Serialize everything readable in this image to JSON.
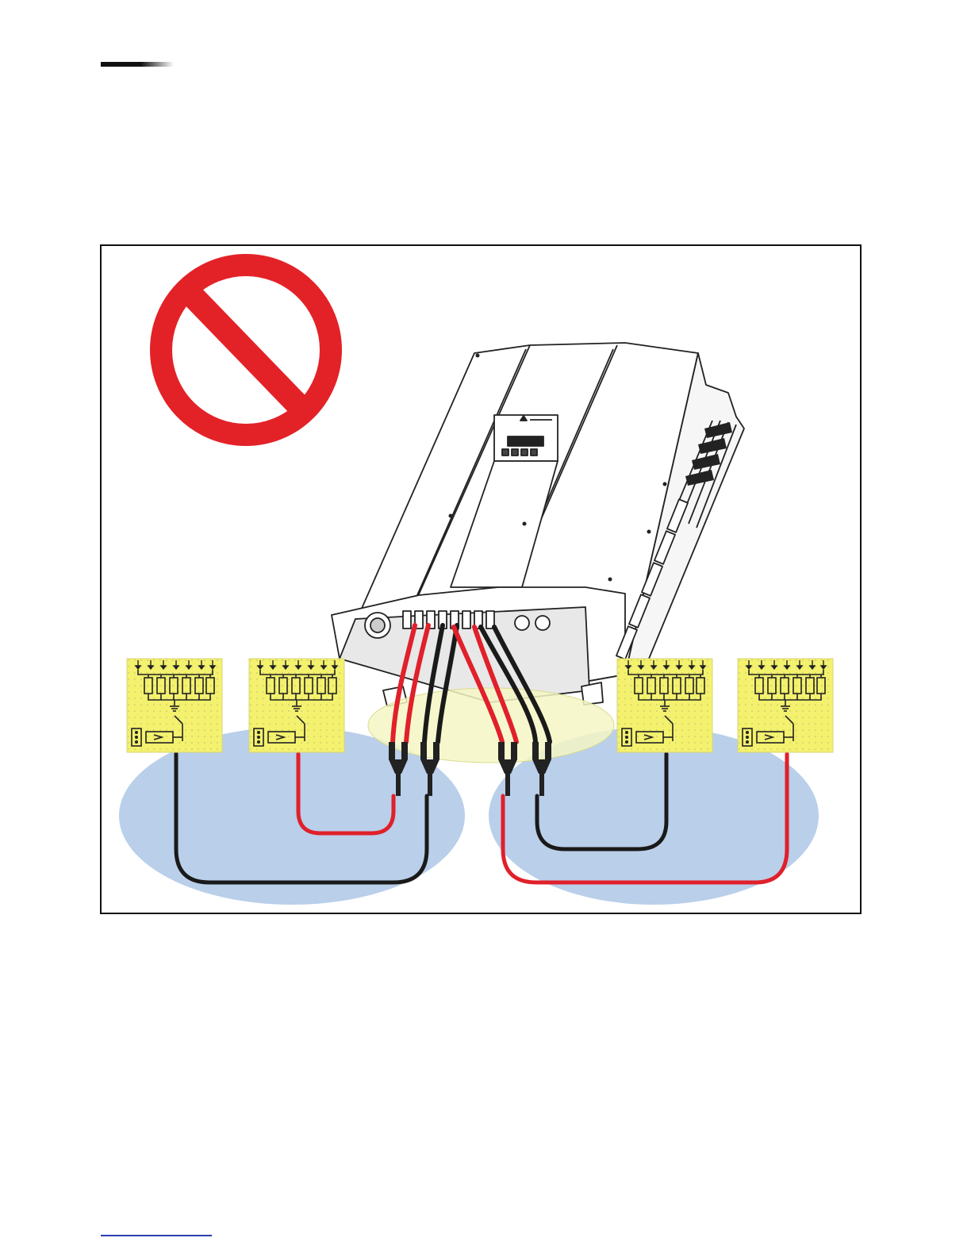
{
  "colors": {
    "prohibition_red": "#e32228",
    "panel_yellow": "#f3f16e",
    "group_blue": "#b9cfea",
    "highlight_yellow": "#f4f6c4",
    "cable_red": "#e0202a",
    "cable_black": "#1a1a1a"
  },
  "icons": {
    "prohibition": "prohibition-icon",
    "inverter": "inverter-drawing",
    "pv_module": "pv-module-schematic-icon",
    "y_connector": "y-branch-connector-icon"
  },
  "diagram": {
    "pv_modules": 4,
    "branch_connectors": 4
  }
}
